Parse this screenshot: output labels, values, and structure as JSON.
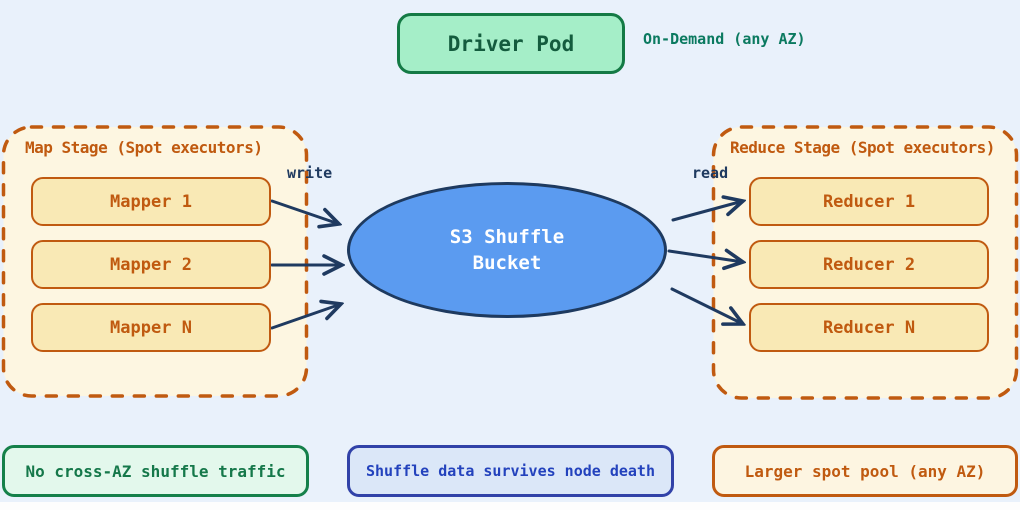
{
  "diagram": {
    "driver": {
      "label": "Driver Pod",
      "annotation": "On-Demand (any AZ)"
    },
    "map_stage": {
      "title": "Map Stage (Spot executors)",
      "nodes": [
        "Mapper 1",
        "Mapper 2",
        "Mapper N"
      ]
    },
    "bucket": {
      "line1": "S3 Shuffle",
      "line2": "Bucket"
    },
    "reduce_stage": {
      "title": "Reduce Stage (Spot executors)",
      "nodes": [
        "Reducer 1",
        "Reducer 2",
        "Reducer N"
      ]
    },
    "edge_labels": {
      "write": "write",
      "read": "read"
    },
    "notes": [
      {
        "text": "No cross-AZ shuffle traffic",
        "theme": "green"
      },
      {
        "text": "Shuffle data survives node death",
        "theme": "blue"
      },
      {
        "text": "Larger spot pool (any AZ)",
        "theme": "orange"
      }
    ],
    "colors": {
      "spot_orange": "#c05a10",
      "on_demand_green": "#147a45",
      "s3_blue": "#5b9bf0",
      "arrow_navy": "#1f3a60",
      "background": "#e9f1fb"
    }
  }
}
